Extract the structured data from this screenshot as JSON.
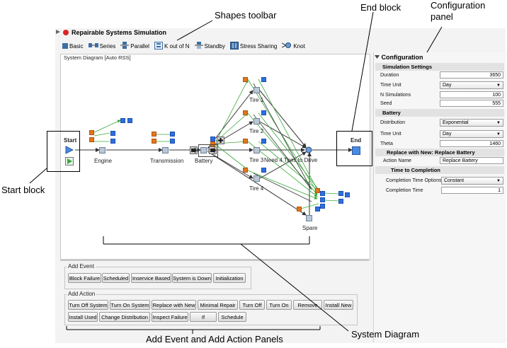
{
  "annotations": {
    "shapes_toolbar": "Shapes toolbar",
    "end_block": "End block",
    "configuration_panel_line1": "Configuration",
    "configuration_panel_line2": "panel",
    "start_block": "Start block",
    "system_diagram": "System Diagram",
    "add_panels": "Add Event and Add Action Panels"
  },
  "app": {
    "title": "Repairable Systems Simulation"
  },
  "toolbar": {
    "items": [
      {
        "label": "Basic",
        "icon": "basic-icon"
      },
      {
        "label": "Series",
        "icon": "series-icon"
      },
      {
        "label": "Parallel",
        "icon": "parallel-icon"
      },
      {
        "label": "K out of N",
        "icon": "k-out-of-n-icon"
      },
      {
        "label": "Standby",
        "icon": "standby-icon"
      },
      {
        "label": "Stress Sharing",
        "icon": "stress-sharing-icon"
      },
      {
        "label": "Knot",
        "icon": "knot-icon"
      }
    ]
  },
  "diagram": {
    "title": "System Diagram [Auto RSS]",
    "start_label": "Start",
    "end_label": "End",
    "nodes": {
      "engine": "Engine",
      "transmission": "Transmission",
      "battery": "Battery",
      "tire1": "Tire 1",
      "tire2": "Tire 2",
      "tire3": "Tire 3",
      "tire4": "Tire 4",
      "knot": "Need 4 Tires to Drive",
      "spare": "Spare"
    }
  },
  "add_event": {
    "title": "Add Event",
    "buttons": [
      "Block Failure",
      "Scheduled",
      "Inservice Based",
      "System is Down",
      "Initialization"
    ]
  },
  "add_action": {
    "title": "Add Action",
    "buttons": [
      "Turn Off System",
      "Turn On System",
      "Replace with New",
      "Minimal Repair",
      "Turn Off",
      "Turn On",
      "Remove",
      "Install New",
      "Install Used",
      "Change Distribution",
      "Inspect Failure",
      "If",
      "Schedule"
    ]
  },
  "config": {
    "title": "Configuration",
    "sim_settings": {
      "title": "Simulation Settings",
      "duration_label": "Duration",
      "duration": "3650",
      "time_unit_label": "Time Unit",
      "time_unit": "Day",
      "n_sims_label": "N Simulations",
      "n_sims": "100",
      "seed_label": "Seed",
      "seed": "555"
    },
    "battery": {
      "title": "Battery",
      "distribution_label": "Distribution",
      "distribution": "Exponential",
      "time_unit_label": "Time Unit",
      "time_unit": "Day",
      "theta_label": "Theta",
      "theta": "1460"
    },
    "replace": {
      "title": "Replace with New: Replace Battery",
      "action_name_label": "Action Name",
      "action_name": "Replace Battery"
    },
    "ttc": {
      "title": "Time to Completion",
      "options_label": "Completion Time Options",
      "options": "Constant",
      "time_label": "Completion Time",
      "time": "1"
    }
  }
}
